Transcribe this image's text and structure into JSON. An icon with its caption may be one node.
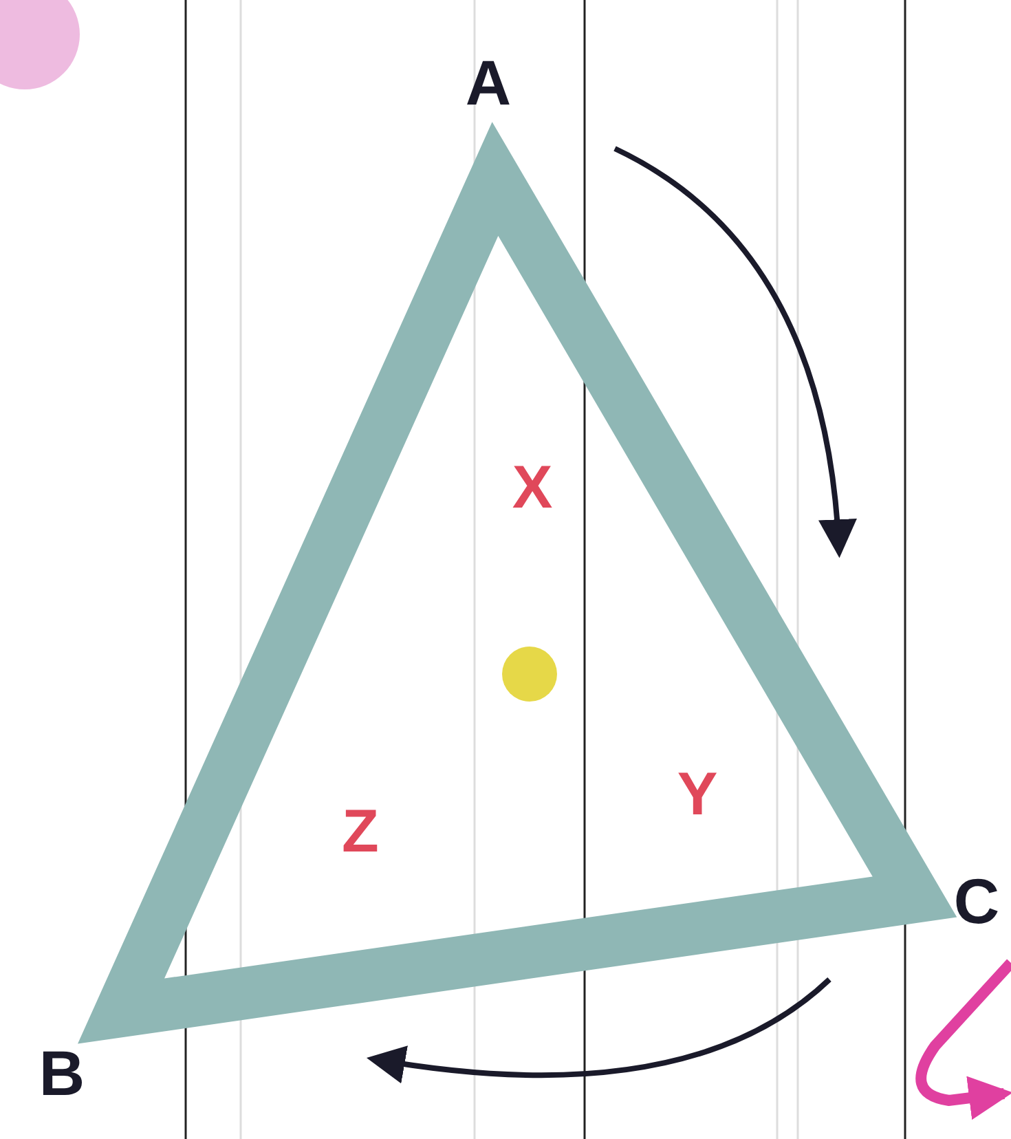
{
  "diagram": {
    "nodes": [
      {
        "text": [],
        "shape": "circle"
      }
    ],
    "labels": [
      "A",
      "X",
      "Y",
      "Z",
      "C",
      "B"
    ]
  }
}
